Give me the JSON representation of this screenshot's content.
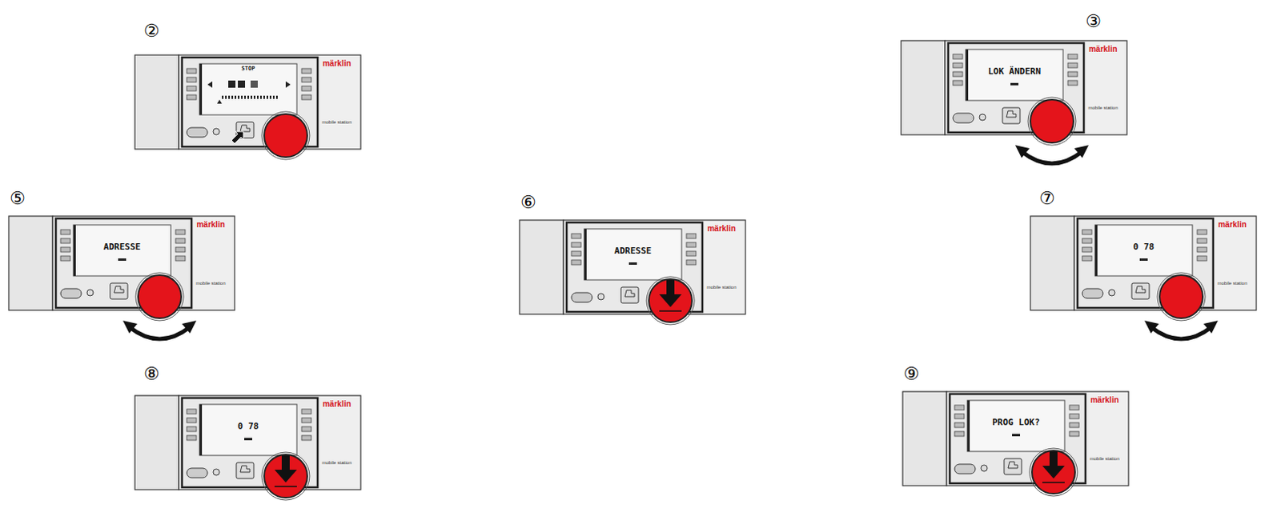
{
  "diagram": {
    "labels": [
      "②",
      "STOP",
      "märklin",
      "mobile station",
      "③",
      "LOK ÄNDERN",
      "märklin",
      "mobile station",
      "⑤",
      "ADRESSE",
      "märklin",
      "mobile station",
      "⑥",
      "ADRESSE",
      "märklin",
      "mobile station",
      "⑦",
      "0 78",
      "märklin",
      "mobile station",
      "⑧",
      "0 78",
      "märklin",
      "mobile station",
      "⑨",
      "PROG LOK?",
      "märklin",
      "mobile station"
    ]
  }
}
